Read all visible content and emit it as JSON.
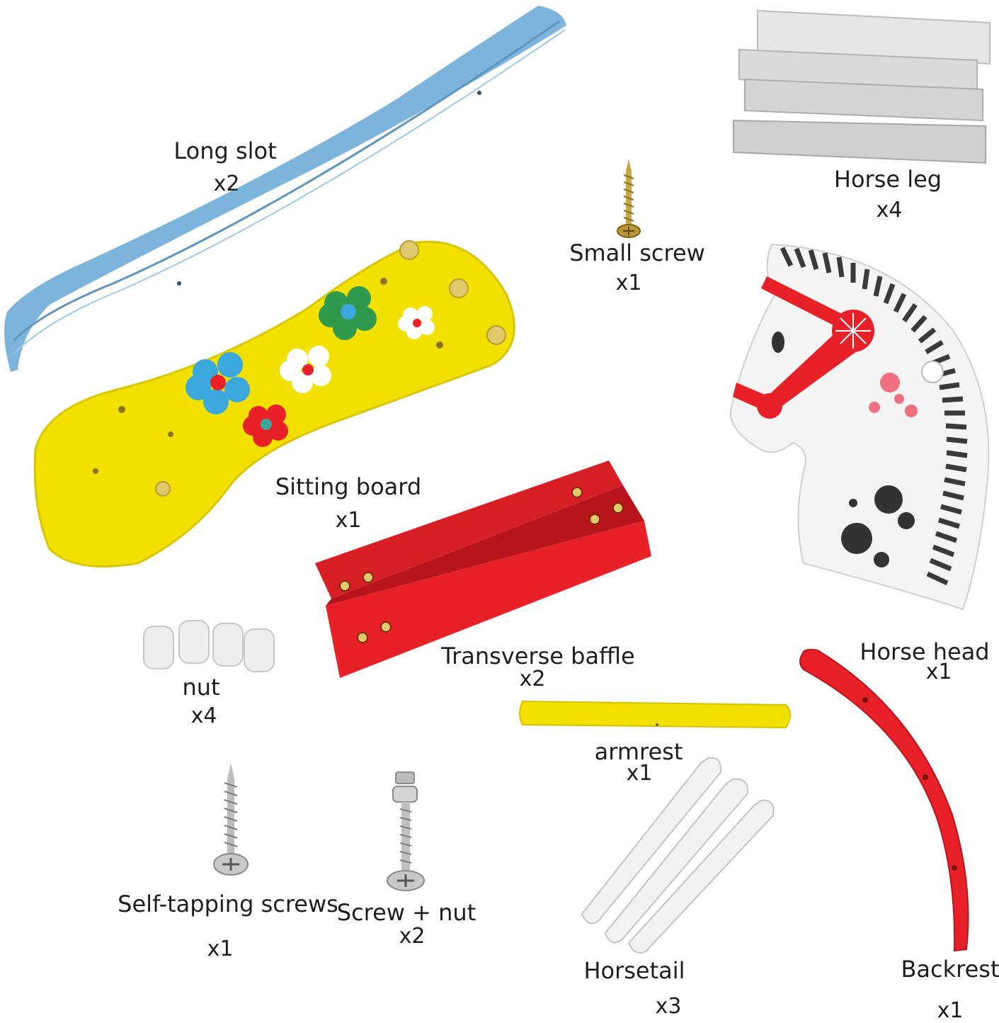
{
  "colors": {
    "blue_part": "#7cb4dc",
    "yellow_part": "#f2e000",
    "red_part": "#e82028",
    "white_part": "#f4f4f4",
    "grey_part": "#d6d6d6"
  },
  "parts": {
    "long_slot": {
      "name": "Long slot",
      "qty": "x2"
    },
    "horse_leg": {
      "name": "Horse leg",
      "qty": "x4"
    },
    "small_screw": {
      "name": "Small screw",
      "qty": "x1"
    },
    "sitting_board": {
      "name": "Sitting board",
      "qty": "x1"
    },
    "transverse_baffle": {
      "name": "Transverse baffle",
      "qty": "x2"
    },
    "horse_head": {
      "name": "Horse head",
      "qty": "x1"
    },
    "nut": {
      "name": "nut",
      "qty": "x4"
    },
    "armrest": {
      "name": "armrest",
      "qty": "x1"
    },
    "self_tapping_screws": {
      "name": "Self-tapping screws",
      "qty": "x1"
    },
    "screw_nut": {
      "name": "Screw + nut",
      "qty": "x2"
    },
    "horsetail": {
      "name": "Horsetail",
      "qty": "x3"
    },
    "backrest": {
      "name": "Backrest",
      "qty": "x1"
    }
  }
}
